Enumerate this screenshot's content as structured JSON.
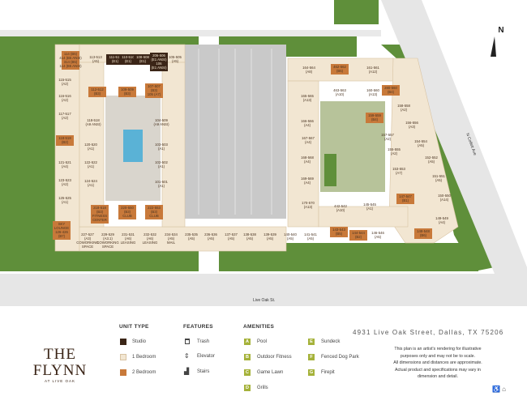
{
  "brand": {
    "name": "THE FLYNN",
    "sub": "AT LIVE OAK"
  },
  "address": "4931 Live Oak Street, Dallas, TX 75206",
  "disclaimer": [
    "This plan is an artist's rendering for illustrative",
    "purposes only and may not be to scale.",
    "All dimensions and distances are approximate.",
    "Actual product and specifications may vary in",
    "dimension and detail."
  ],
  "streets": {
    "bottom": "Live Oak St.",
    "right": "N Collett Ave"
  },
  "compass": "N",
  "legend": {
    "unit_type": {
      "title": "UNIT TYPE",
      "items": [
        {
          "label": "Studio",
          "color": "#3b2517"
        },
        {
          "label": "1 Bedroom",
          "color": "#f2e6d2"
        },
        {
          "label": "2 Bedroom",
          "color": "#c8793a"
        }
      ]
    },
    "features": {
      "title": "FEATURES",
      "items": [
        {
          "label": "Trash",
          "icon": "trash-icon"
        },
        {
          "label": "Elevator",
          "icon": "elevator-icon"
        },
        {
          "label": "Stairs",
          "icon": "stairs-icon"
        }
      ]
    },
    "amenities": {
      "title": "AMENITIES",
      "items": [
        {
          "key": "A",
          "label": "Pool"
        },
        {
          "key": "B",
          "label": "Outdoor Fitness"
        },
        {
          "key": "C",
          "label": "Game Lawn"
        },
        {
          "key": "D",
          "label": "Grills"
        },
        {
          "key": "E",
          "label": "Sundeck"
        },
        {
          "key": "F",
          "label": "Fenced Dog Park"
        },
        {
          "key": "G",
          "label": "Firepit"
        }
      ]
    }
  },
  "units": [
    {
      "n": "114 (B5)\n414 (B5 ANSI)\n314 (B5)\n114 (B5 ANSI)",
      "t": "2br"
    },
    {
      "n": "113-513\n(A5)",
      "t": "1br"
    },
    {
      "n": "111-511\n(E1)",
      "t": "st"
    },
    {
      "n": "110-510\n(E1)",
      "t": "st"
    },
    {
      "n": "108-508\n(E1)",
      "t": "st"
    },
    {
      "n": "206-506\n(E1 ANSI)\n106\n(E1 ANSI)",
      "t": "st"
    },
    {
      "n": "105-505\n(A5)",
      "t": "1br"
    },
    {
      "n": "115-515\n(A2)",
      "t": "1br"
    },
    {
      "n": "116-516\n(A2)",
      "t": "1br"
    },
    {
      "n": "117-517\n(A2)",
      "t": "1br"
    },
    {
      "n": "118-518\n(B2)",
      "t": "2br"
    },
    {
      "n": "121-521\n(A4)",
      "t": "1br"
    },
    {
      "n": "123-523\n(A2)",
      "t": "1br"
    },
    {
      "n": "125-525\n(A1)",
      "t": "1br"
    },
    {
      "n": "112-512\n(B3)",
      "t": "2br"
    },
    {
      "n": "109-509\n(B3)",
      "t": "2br"
    },
    {
      "n": "107-507\n(B3)\n105 (A7)",
      "t": "2br"
    },
    {
      "n": "118-518\n(A9 ANSI)",
      "t": "1br"
    },
    {
      "n": "104-509\n(A9 ANSI)",
      "t": "1br"
    },
    {
      "n": "120-520\n(A1)",
      "t": "1br"
    },
    {
      "n": "103-503\n(A1)",
      "t": "1br"
    },
    {
      "n": "122-522\n(A1)",
      "t": "1br"
    },
    {
      "n": "102-502\n(A1)",
      "t": "1br"
    },
    {
      "n": "124-524\n(A1)",
      "t": "1br"
    },
    {
      "n": "101-501\n(A1)",
      "t": "1br"
    },
    {
      "n": "SKY\nLOUNGE\n126-426\n(B7)",
      "t": "2br"
    },
    {
      "n": "218-518\n(B3)\nFITNESS\nCENTER",
      "t": "2br"
    },
    {
      "n": "220-550\n(B3)\nCLUB",
      "t": "2br"
    },
    {
      "n": "222-553\n(B3)\nCLUB",
      "t": "2br"
    },
    {
      "n": "227-527\n(A3)\nCOWORKING\nSPACE",
      "t": "1br"
    },
    {
      "n": "229-529\n(A3.1)\nCOWORKING\nSPACE",
      "t": "1br"
    },
    {
      "n": "231-531\n(A6)\nLEASING",
      "t": "1br"
    },
    {
      "n": "232-532\n(A6)\nLEASING",
      "t": "1br"
    },
    {
      "n": "234-534\n(A5)\nMAIL",
      "t": "1br"
    },
    {
      "n": "235-535\n(A5)",
      "t": "1br"
    },
    {
      "n": "236-536\n(A5)",
      "t": "1br"
    },
    {
      "n": "137-537\n(A5)",
      "t": "1br"
    },
    {
      "n": "138-538\n(A5)",
      "t": "1br"
    },
    {
      "n": "139-539\n(A5)",
      "t": "1br"
    },
    {
      "n": "140-540\n(A5)",
      "t": "1br"
    },
    {
      "n": "141-541\n(A5)",
      "t": "1br"
    },
    {
      "n": "143-543\n(B5)",
      "t": "2br"
    },
    {
      "n": "144-544\n(B2)",
      "t": "2br"
    },
    {
      "n": "146-546\n(A5)",
      "t": "1br"
    },
    {
      "n": "148-548\n(B6)",
      "t": "2br"
    },
    {
      "n": "164-564\n(A8)",
      "t": "1br"
    },
    {
      "n": "462-562\n(B5)",
      "t": "2br"
    },
    {
      "n": "161-561\n(A12)",
      "t": "1br"
    },
    {
      "n": "463-563\n(A10)",
      "t": "1br"
    },
    {
      "n": "160-560\n(A13)",
      "t": "1br"
    },
    {
      "n": "165-565\n(A13)",
      "t": "1br"
    },
    {
      "n": "280-560\n(B4)",
      "t": "2br"
    },
    {
      "n": "158-558\n(A2)",
      "t": "1br"
    },
    {
      "n": "159-559\n(B4)",
      "t": "2br"
    },
    {
      "n": "156-556\n(A3)",
      "t": "1br"
    },
    {
      "n": "166-566\n(A4)",
      "t": "1br"
    },
    {
      "n": "157-557\n(A2)",
      "t": "1br"
    },
    {
      "n": "154-554\n(A5)",
      "t": "1br"
    },
    {
      "n": "155-555\n(A2)",
      "t": "1br"
    },
    {
      "n": "167-567\n(A4)",
      "t": "1br"
    },
    {
      "n": "152-552\n(A5)",
      "t": "1br"
    },
    {
      "n": "153-553\n(A7)",
      "t": "1br"
    },
    {
      "n": "168-568\n(A4)",
      "t": "1br"
    },
    {
      "n": "151-551\n(A5)",
      "t": "1br"
    },
    {
      "n": "169-569\n(A4)",
      "t": "1br"
    },
    {
      "n": "147-547\n(B1)",
      "t": "2br"
    },
    {
      "n": "150-550\n(A14)",
      "t": "1br"
    },
    {
      "n": "170-570\n(A13)",
      "t": "1br"
    },
    {
      "n": "442-542\n(A10)",
      "t": "1br"
    },
    {
      "n": "145-545\n(A1)",
      "t": "1br"
    },
    {
      "n": "149-549\n(A4)",
      "t": "1br"
    }
  ]
}
